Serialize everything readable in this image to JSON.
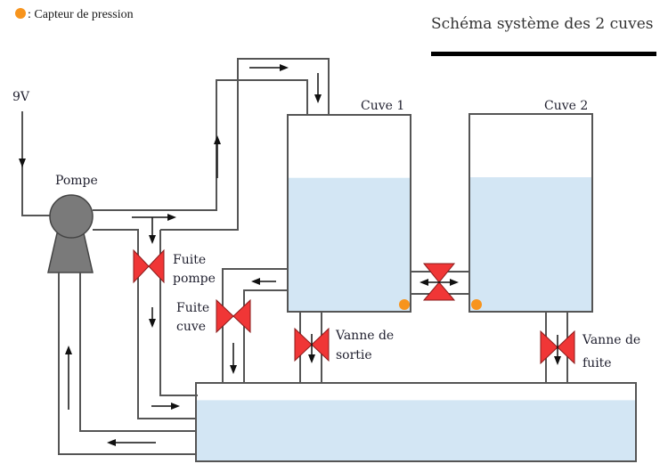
{
  "legend": {
    "icon": "pressure-sensor-dot-icon",
    "text": ": Capteur de pression"
  },
  "title": "Schéma système des 2 cuves",
  "colors": {
    "water": "#d3e6f4",
    "valve": "#f03636",
    "sensor": "#f7941d",
    "pump": "#7a7a7a",
    "pipe": "#555555"
  },
  "labels": {
    "power": "9V",
    "pump": "Pompe",
    "tank1": "Cuve 1",
    "tank2": "Cuve 2",
    "fuite_pompe_1": "Fuite",
    "fuite_pompe_2": "pompe",
    "fuite_cuve_1": "Fuite",
    "fuite_cuve_2": "cuve",
    "vanne_sortie_1": "Vanne de",
    "vanne_sortie_2": "sortie",
    "vanne_fuite_1": "Vanne de",
    "vanne_fuite_2": "fuite"
  },
  "levels": {
    "tank1_fill": 0.68,
    "tank2_fill": 0.68,
    "reservoir_fill": 0.78
  }
}
